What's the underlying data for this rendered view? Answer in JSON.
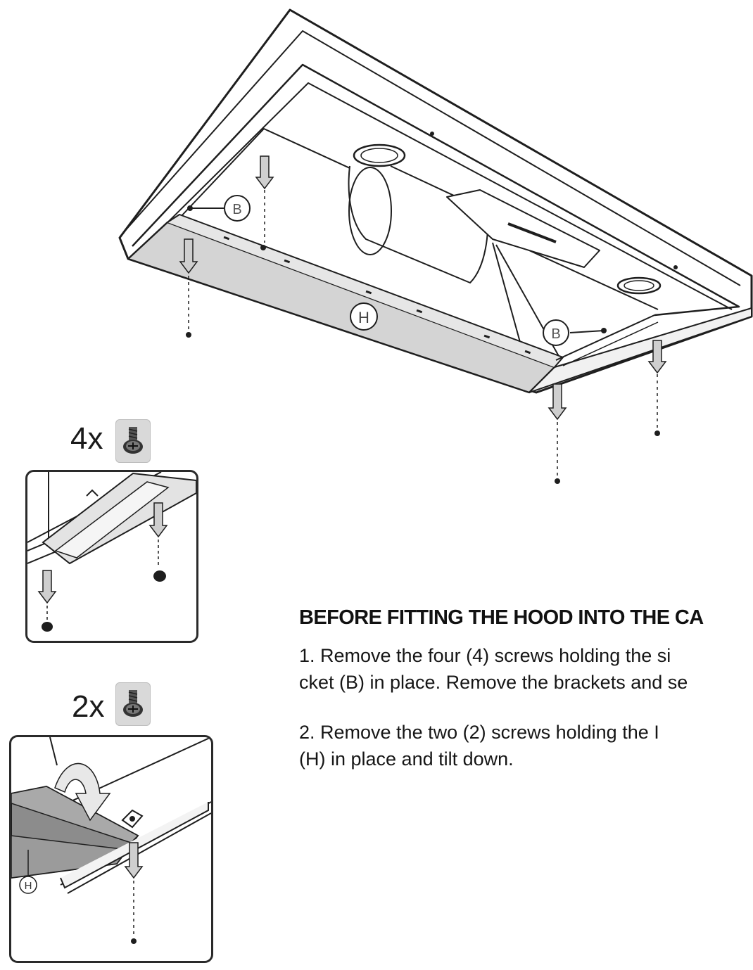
{
  "labels": {
    "bracket_left": "B",
    "bracket_right": "B",
    "panel": "H",
    "detail_panel": "H"
  },
  "quantities": {
    "top_detail": "4x",
    "bottom_detail": "2x"
  },
  "icons": {
    "screw": "screw-icon"
  },
  "instructions": {
    "title": "BEFORE FITTING THE HOOD INTO THE CA",
    "step1_line1": "1. Remove the four (4) screws holding the si",
    "step1_line2": "cket (B) in place.  Remove the brackets and se",
    "step2_line1": "2. Remove the two (2) screws holding the I",
    "step2_line2": "(H) in place and tilt down."
  },
  "colors": {
    "line": "#1e1e1e",
    "panel_fill": "#d4d4d4",
    "arrow_fill": "#cfcfcf",
    "tile_bg": "#d9d9d9"
  }
}
